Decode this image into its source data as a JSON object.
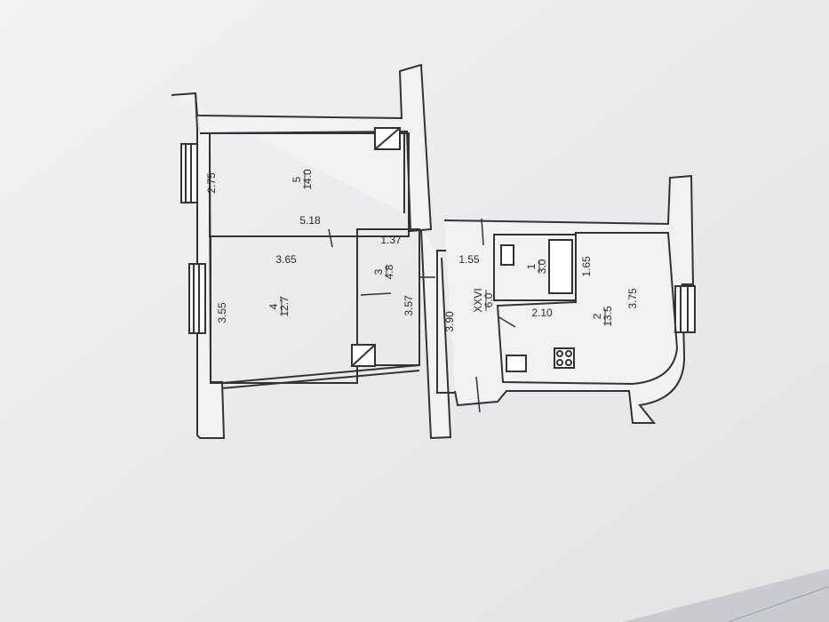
{
  "plan": {
    "rooms": [
      {
        "number": "5",
        "area": "14.0"
      },
      {
        "number": "4",
        "area": "12.7"
      },
      {
        "number": "3",
        "area": "4.8"
      },
      {
        "number": "XXVI",
        "area": "6.0"
      },
      {
        "number": "1",
        "area": "3.0"
      },
      {
        "number": "2",
        "area": "13.5"
      }
    ],
    "dimensions": [
      "2.75",
      "5.18",
      "3.65",
      "3.55",
      "1.37",
      "3.57",
      "1.55",
      "3.90",
      "1.65",
      "2.10",
      "3.75"
    ]
  },
  "colors": {
    "paper": "#eef0f1",
    "wall_fill": "#f2f2f2",
    "line": "#333333"
  }
}
